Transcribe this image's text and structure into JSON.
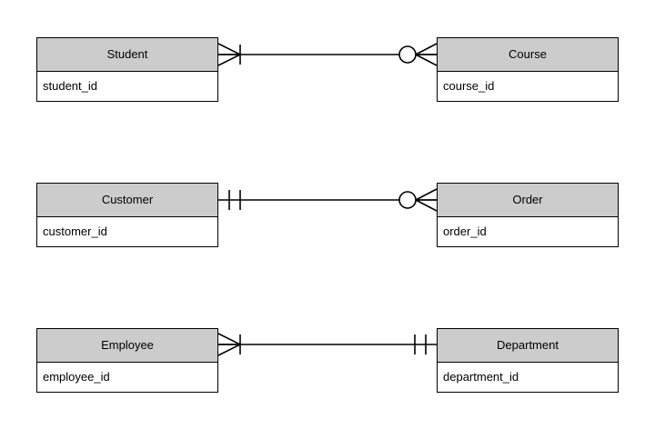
{
  "diagram": {
    "type": "entity-relationship-diagram",
    "notation": "crow's foot",
    "background_color": "#ffffff",
    "header_fill_color": "#cccccc",
    "body_fill_color": "#ffffff",
    "line_color": "#000000"
  },
  "relationships": [
    {
      "id": "student-course",
      "left": {
        "name": "Student",
        "attribute": "student_id",
        "cardinality_symbol": "crowsfoot-bar",
        "cardinality_meaning": "one or many"
      },
      "right": {
        "name": "Course",
        "attribute": "course_id",
        "cardinality_symbol": "circle-crowsfoot",
        "cardinality_meaning": "zero or many"
      }
    },
    {
      "id": "customer-order",
      "left": {
        "name": "Customer",
        "attribute": "customer_id",
        "cardinality_symbol": "double-bar",
        "cardinality_meaning": "exactly one"
      },
      "right": {
        "name": "Order",
        "attribute": "order_id",
        "cardinality_symbol": "circle-crowsfoot",
        "cardinality_meaning": "zero or many"
      }
    },
    {
      "id": "employee-department",
      "left": {
        "name": "Employee",
        "attribute": "employee_id",
        "cardinality_symbol": "crowsfoot-bar",
        "cardinality_meaning": "one or many"
      },
      "right": {
        "name": "Department",
        "attribute": "department_id",
        "cardinality_symbol": "double-bar",
        "cardinality_meaning": "exactly one"
      }
    }
  ]
}
